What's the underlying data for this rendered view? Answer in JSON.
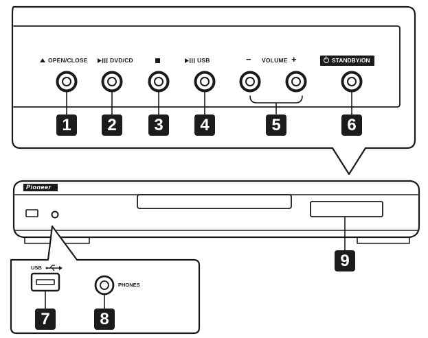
{
  "labels": {
    "open_close": "OPEN/CLOSE",
    "dvd_cd": "DVD/CD",
    "usb": "USB",
    "volume": "VOLUME",
    "vol_minus": "−",
    "vol_plus": "+",
    "standby": "STANDBY/ON",
    "brand": "Pioneer",
    "usb_inset": "USB",
    "phones_inset": "PHONES"
  },
  "callouts": [
    "1",
    "2",
    "3",
    "4",
    "5",
    "6",
    "7",
    "8",
    "9"
  ],
  "colors": {
    "ink": "#1a1a1a",
    "badge": "#1c1c1c",
    "background": "#ffffff"
  },
  "icons": [
    "eject-icon",
    "play-pause-icon",
    "stop-icon",
    "play-pause-icon",
    "power-icon",
    "usb-icon"
  ]
}
